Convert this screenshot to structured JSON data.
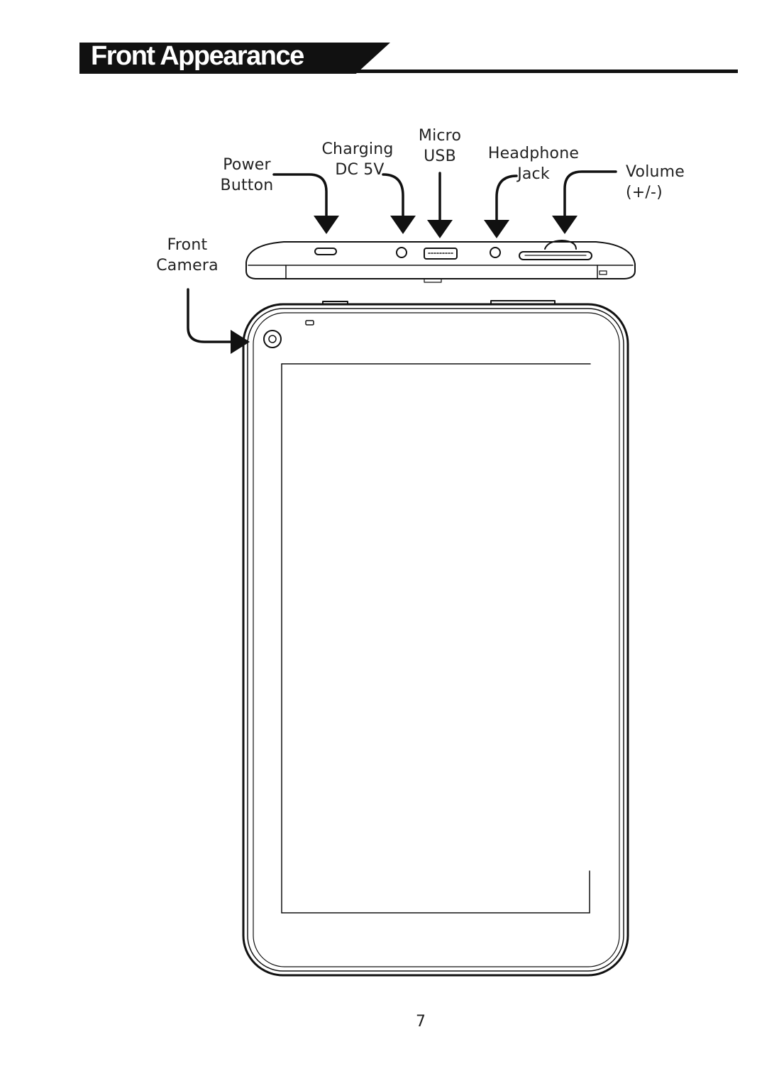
{
  "header": {
    "title": "Front Appearance"
  },
  "labels": {
    "power_button": [
      "Power",
      "Button"
    ],
    "charging_dc": [
      "Charging",
      "DC 5V"
    ],
    "micro_usb": [
      "Micro",
      "USB"
    ],
    "headphone_jack": [
      "Headphone",
      "Jack"
    ],
    "volume": "Volume (+/-)",
    "front_camera": [
      "Front",
      "Camera"
    ]
  },
  "page": {
    "number": "7"
  },
  "colors": {
    "ink": "#111111",
    "paper": "#ffffff"
  }
}
